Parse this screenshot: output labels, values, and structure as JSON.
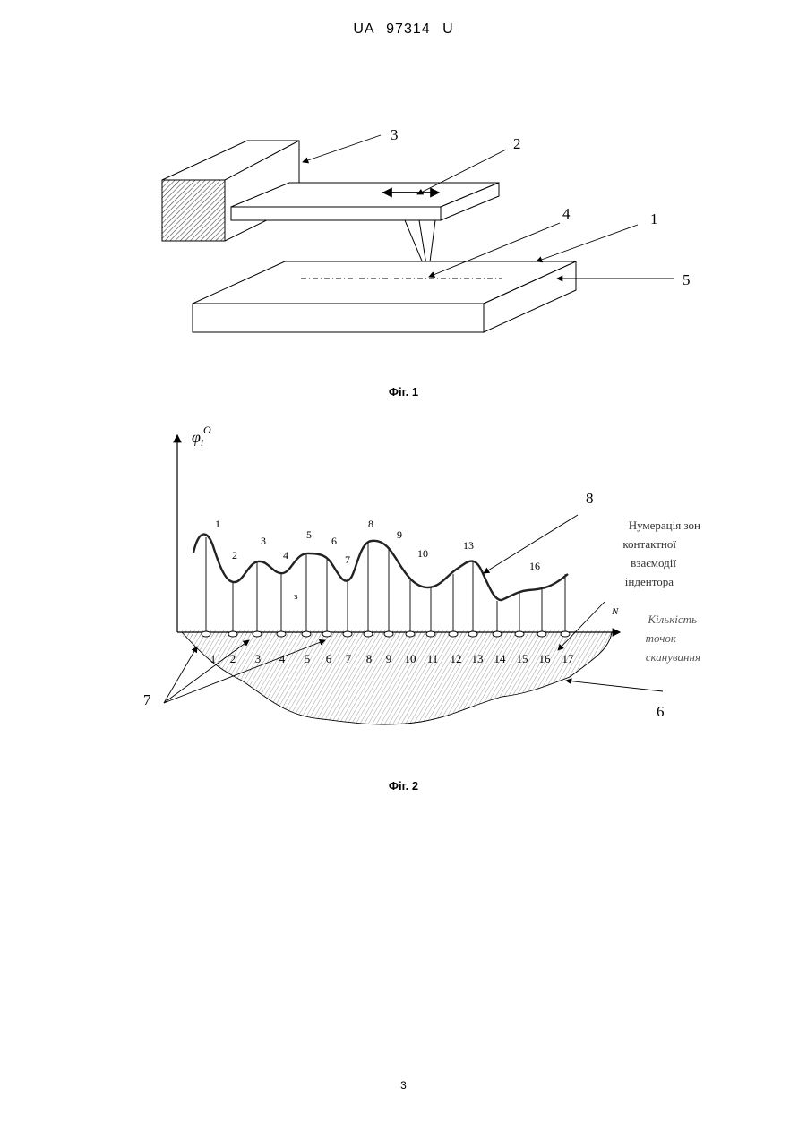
{
  "header": {
    "text": "UA   97314   U"
  },
  "figure1": {
    "caption": "Фіг. 1",
    "labels": [
      "1",
      "2",
      "3",
      "4",
      "5"
    ]
  },
  "figure2": {
    "caption": "Фіг. 2",
    "y_axis_label": "φ",
    "y_axis_subscript": "i",
    "y_axis_superscript": "O",
    "x_axis_label": "N",
    "zone_numbers": [
      "1",
      "2",
      "3",
      "4",
      "5",
      "6",
      "7",
      "8",
      "9",
      "10",
      "13",
      "16"
    ],
    "stray_mark": "ɜ",
    "point_numbers": [
      "1",
      "2",
      "3",
      "4",
      "5",
      "6",
      "7",
      "8",
      "9",
      "10",
      "11",
      "12",
      "13",
      "14",
      "15",
      "16",
      "17"
    ],
    "legend_zones": [
      "Нумерація зон",
      "контактної",
      "взаємодії",
      "індентора"
    ],
    "legend_points": [
      "Кількість",
      "точок",
      "сканування"
    ],
    "callouts": {
      "curve": "8",
      "surface": "6",
      "contacts": "7"
    }
  },
  "footer": {
    "page_number": "3"
  }
}
